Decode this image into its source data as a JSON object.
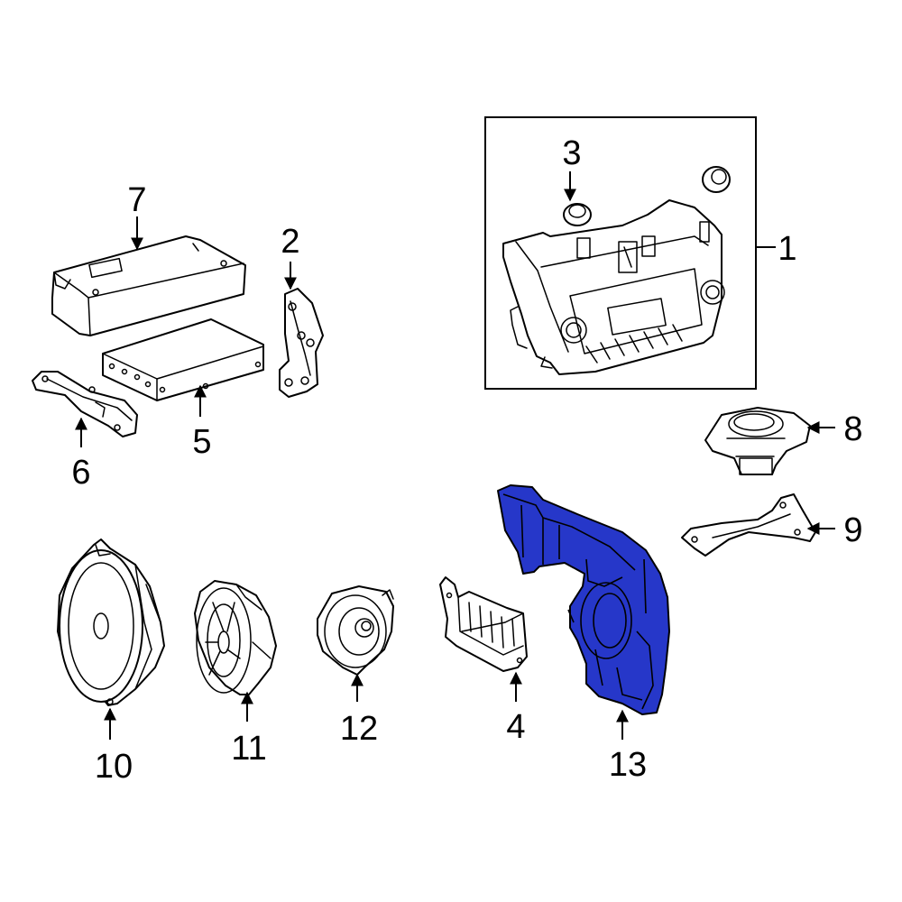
{
  "diagram": {
    "highlight_color": "#2637c9",
    "line_color": "#000000",
    "background": "#ffffff",
    "callouts": {
      "c1": "1",
      "c2": "2",
      "c3": "3",
      "c4": "4",
      "c5": "5",
      "c6": "6",
      "c7": "7",
      "c8": "8",
      "c9": "9",
      "c10": "10",
      "c11": "11",
      "c12": "12",
      "c13": "13"
    },
    "highlighted_part": "13"
  }
}
